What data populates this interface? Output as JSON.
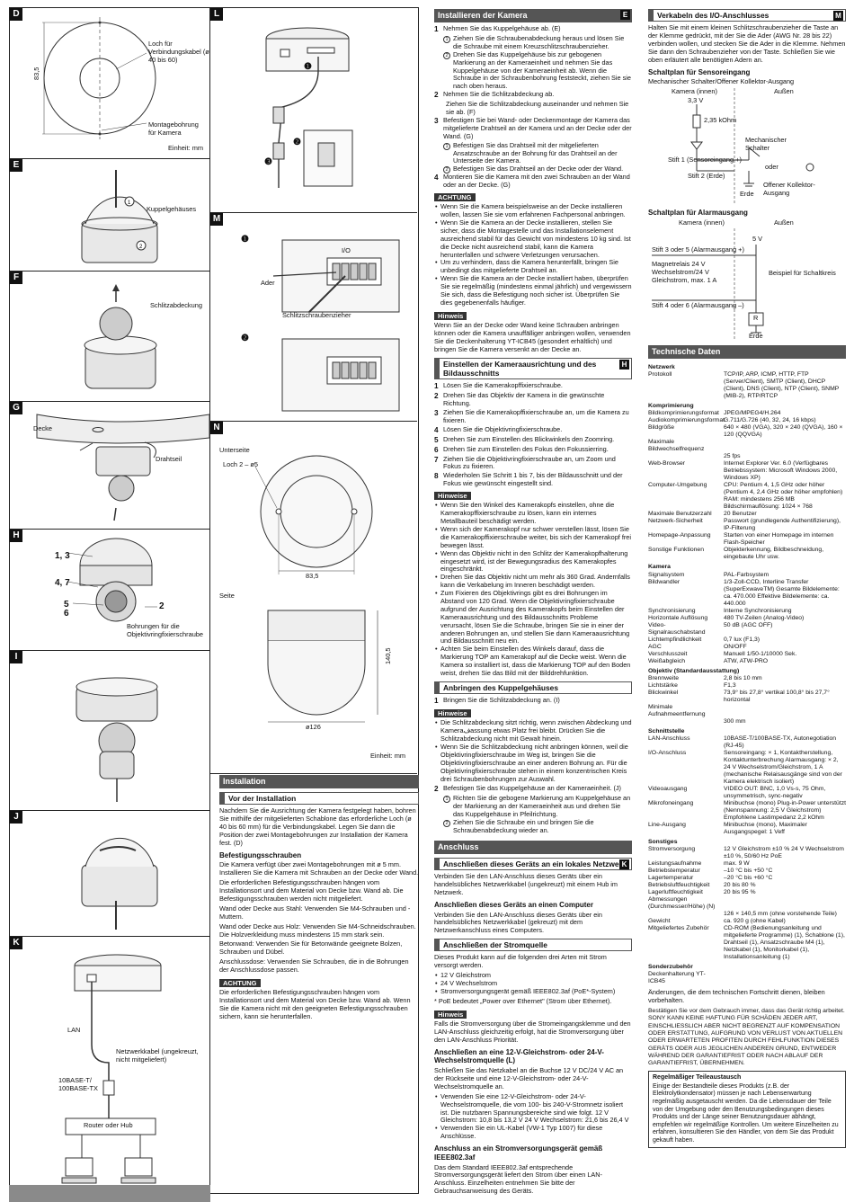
{
  "figures": {
    "D": {
      "label": "D",
      "loch": "Loch für Verbindungskabel (ø 40 bis 60)",
      "dim": "83,5",
      "montage": "Montagebohrung für Kamera",
      "einheit": "Einheit: mm"
    },
    "E": {
      "label": "E",
      "kuppel": "Kuppelgehäuses"
    },
    "F": {
      "label": "F",
      "schlitz": "Schlitzabdeckung"
    },
    "G": {
      "label": "G",
      "decke": "Decke",
      "drahtseil": "Drahtseil"
    },
    "H": {
      "label": "H",
      "n13": "1, 3",
      "n47": "4, 7",
      "n5": "5",
      "n6": "6",
      "n2": "2",
      "bohr": "Bohrungen für die Objektivringfixierschraube"
    },
    "I": {
      "label": "I"
    },
    "J": {
      "label": "J"
    },
    "K": {
      "label": "K",
      "lan": "LAN",
      "netz": "Netzwerkkabel (ungekreuzt, nicht mitgeliefert)",
      "base": "10BASE-T/ 100BASE-TX",
      "router": "Router oder Hub"
    },
    "L": {
      "label": "L",
      "b1": "❶",
      "b2": "❷",
      "b3": "❸"
    },
    "M": {
      "label": "M",
      "b1": "❶",
      "b2": "❷",
      "ader": "Ader",
      "schlitzzieher": "Schlitzschraubenzieher",
      "io": "I/O",
      "pins": "1 2 3 4 5 6"
    },
    "N": {
      "label": "N",
      "unterseite": "Unterseite",
      "loch": "Loch 2 – ø5",
      "w835": "83,5",
      "seite": "Seite",
      "h1405": "140,5",
      "d126": "ø126",
      "einheit": "Einheit: mm"
    }
  },
  "colA": {
    "installation": "Installation",
    "vor": "Vor der Installation",
    "vor_p": "Nachdem Sie die Ausrichtung der Kamera festgelegt haben, bohren Sie mithilfe der mitgelieferten Schablone das erforderliche Loch (ø 40 bis 60 mm) für die Verbindungskabel. Legen Sie dann die Position der zwei Montagebohrungen zur Installation der Kamera fest. (D)",
    "bef_h": "Befestigungsschrauben",
    "bef_p1": "Die Kamera verfügt über zwei Montagebohrungen mit ø 5 mm. Installieren Sie die Kamera mit Schrauben an der Decke oder Wand.",
    "bef_p2": "Die erforderlichen Befestigungsschrauben hängen vom Installationsort und dem Material von Decke bzw. Wand ab. Die Befestigungsschrauben werden nicht mitgeliefert.",
    "bef_p3": "Wand oder Decke aus Stahl: Verwenden Sie M4-Schrauben und -Muttern.",
    "bef_p4": "Wand oder Decke aus Holz: Verwenden Sie M4-Schneidschrauben. Die Holzverkleidung muss mindestens 15 mm stark sein.",
    "bef_p5": "Betonwand: Verwenden Sie für Betonwände geeignete Bolzen, Schrauben und Dübel.",
    "bef_p6": "Anschlussdose: Verwenden Sie Schrauben, die in die Bohrungen der Anschlussdose passen.",
    "achtung": "ACHTUNG",
    "achtung_p": "Die erforderlichen Befestigungsschrauben hängen vom Installationsort und dem Material von Decke bzw. Wand ab. Wenn Sie die Kamera nicht mit den geeigneten Befestigungsschrauben sichern, kann sie herunterfallen."
  },
  "colB": {
    "inst_h": "Installieren der Kamera",
    "inst_tag": "E",
    "s1": "Nehmen Sie das Kuppelgehäuse ab. (E)",
    "s1a": "Ziehen Sie die Schraubenabdeckung heraus und lösen Sie die Schraube mit einem Kreuzschlitzschraubenzieher.",
    "s1b": "Drehen Sie das Kuppelgehäuse bis zur gebogenen Markierung an der Kameraeinheit und nehmen Sie das Kuppelgehäuse von der Kameraeinheit ab. Wenn die Schraube in der Schraubenbohrung feststeckt, ziehen Sie sie nach oben heraus.",
    "s2": "Nehmen Sie die Schlitzabdeckung ab.",
    "s2a": "Ziehen Sie die Schlitzabdeckung auseinander und nehmen Sie sie ab. (F)",
    "s3": "Befestigen Sie bei Wand- oder Deckenmontage der Kamera das mitgelieferte Drahtseil an der Kamera und an der Decke oder der Wand. (G)",
    "s3a": "Befestigen Sie das Drahtseil mit der mitgelieferten Ansatzschraube an der Bohrung für das Drahtseil an der Unterseite der Kamera.",
    "s3b": "Befestigen Sie das Drahtseil an der Decke oder der Wand.",
    "s4": "Montieren Sie die Kamera mit den zwei Schrauben an der Wand oder an der Decke. (G)",
    "ach": "ACHTUNG",
    "ach_items": [
      "Wenn Sie die Kamera beispielsweise an der Decke installieren wollen, lassen Sie sie vom erfahrenen Fachpersonal anbringen.",
      "Wenn Sie die Kamera an der Decke installieren, stellen Sie sicher, dass die Montagestelle und das Installationselement ausreichend stabil für das Gewicht von mindestens 10 kg sind. Ist die Decke nicht ausreichend stabil, kann die Kamera herunterfallen und schwere Verletzungen verursachen.",
      "Um zu verhindern, dass die Kamera herunterfällt, bringen Sie unbedingt das mitgelieferte Drahtseil an.",
      "Wenn Sie die Kamera an der Decke installiert haben, überprüfen Sie sie regelmäßig (mindestens einmal jährlich) und vergewissern Sie sich, dass die Befestigung noch sicher ist. Überprüfen Sie dies gegebenenfalls häufiger."
    ],
    "hinw": "Hinweis",
    "hinw_p": "Wenn Sie an der Decke oder Wand keine Schrauben anbringen können oder die Kamera unauffälliger anbringen wollen, verwenden Sie die Deckenhalterung YT-ICB45 (gesondert erhältlich) und bringen Sie die Kamera versenkt an der Decke an.",
    "ein_h": "Einstellen der Kameraausrichtung und des Bildausschnitts",
    "ein_tag": "H",
    "e_steps": [
      "Lösen Sie die Kamerakopffixierschraube.",
      "Drehen Sie das Objektiv der Kamera in die gewünschte Richtung.",
      "Ziehen Sie die Kamerakopffixierschraube an, um die Kamera zu fixieren.",
      "Lösen Sie die Objektivringfixierschraube.",
      "Drehen Sie zum Einstellen des Blickwinkels den Zoomring.",
      "Drehen Sie zum Einstellen des Fokus den Fokussierring.",
      "Ziehen Sie die Objektivringfixierschraube an, um Zoom und Fokus zu fixieren.",
      "Wiederholen Sie Schritt 1 bis 7, bis der Bildausschnitt und der Fokus wie gewünscht eingestellt sind."
    ],
    "hinw2": "Hinweise",
    "hinw2_items": [
      "Wenn Sie den Winkel des Kamerakopfs einstellen, ohne die Kamerakopffixierschraube zu lösen, kann ein internes Metallbauteil beschädigt werden.",
      "Wenn sich der Kamerakopf nur schwer verstellen lässt, lösen Sie die Kamerakopffixierschraube weiter, bis sich der Kamerakopf frei bewegen lässt.",
      "Wenn das Objektiv nicht in den Schlitz der Kamerakopfhalterung eingesetzt wird, ist der Bewegungsradius des Kamerakopfes eingeschränkt.",
      "Drehen Sie das Objektiv nicht um mehr als 360 Grad. Andernfalls kann die Verkabelung im Inneren beschädigt werden.",
      "Zum Fixieren des Objektivrings gibt es drei Bohrungen im Abstand von 120 Grad. Wenn die Objektivringfixierschraube aufgrund der Ausrichtung des Kamerakopfs beim Einstellen der Kameraausrichtung und des Bildausschnitts Probleme verursacht, lösen Sie die Schraube, bringen Sie sie in einer der anderen Bohrungen an, und stellen Sie dann Kameraausrichtung und Bildausschnitt neu ein.",
      "Achten Sie beim Einstellen des Winkels darauf, dass die Markierung TOP am Kamerakopf auf die Decke weist. Wenn die Kamera so installiert ist, dass die Markierung TOP auf den Boden weist, drehen Sie das Bild mit der Bilddrehfunktion."
    ],
    "anb_h": "Anbringen des Kuppelgehäuses",
    "a1": "Bringen Sie die Schlitzabdeckung an. (I)",
    "hinw3": "Hinweise",
    "hinw3_items": [
      "Die Schlitzabdeckung sitzt richtig, wenn zwischen Abdeckung und Kameraفassung etwas Platz frei bleibt. Drücken Sie die Schlitzabdeckung nicht mit Gewalt hinein.",
      "Wenn Sie die Schlitzabdeckung nicht anbringen können, weil die Objektivringfixierschraube im Weg ist, bringen Sie die Objektivringfixierschraube an einer anderen Bohrung an. Für die Objektivringfixierschraube stehen in einem konzentrischen Kreis drei Schraubenbohrungen zur Auswahl."
    ],
    "a2": "Befestigen Sie das Kuppelgehäuse an der Kameraeinheit. (J)",
    "a2a": "Richten Sie die gebogene Markierung am Kuppelgehäuse an der Markierung an der Kameraeinheit aus und drehen Sie das Kuppelgehäuse in Pfeilrichtung.",
    "a2b": "Ziehen Sie die Schraube ein und bringen Sie die Schraubenabdeckung wieder an.",
    "anschluss": "Anschluss",
    "lan_h": "Anschließen dieses Geräts an ein lokales Netzwerk",
    "lan_tag": "K",
    "lan_p": "Verbinden Sie den LAN-Anschluss dieses Geräts über ein handelsübliches Netzwerkkabel (ungekreuzt) mit einem Hub im Netzwerk.",
    "comp_h": "Anschließen dieses Geräts an einen Computer",
    "comp_p": "Verbinden Sie den LAN-Anschluss dieses Geräts über ein handelsübliches Netzwerkkabel (gekreuzt) mit dem Netzwerkanschluss eines Computers.",
    "strom_h": "Anschließen der Stromquelle",
    "strom_p": "Dieses Produkt kann auf die folgenden drei Arten mit Strom versorgt werden.",
    "strom_items": [
      "12 V Gleichstrom",
      "24 V Wechselstrom",
      "Stromversorgungsgerät gemäß IEEE802.3af (PoE*-System)"
    ],
    "strom_note": "* PoE bedeutet „Power over Ethernet\" (Strom über Ethernet).",
    "hinw4": "Hinweis",
    "hinw4_p": "Falls die Stromversorgung über die Stromeingangsklemme und den LAN-Anschluss gleichzeitig erfolgt, hat die Stromversorgung über den LAN-Anschluss Priorität.",
    "dc_h": "Anschließen an eine 12-V-Gleichstrom- oder 24-V-Wechselstromquelle (L)",
    "dc_p": "Schließen Sie das Netzkabel an die Buchse 12 V DC/24 V AC an der Rückseite und eine 12-V-Gleichstrom- oder 24-V-Wechselstromquelle an.",
    "dc_items": [
      "Verwenden Sie eine 12-V-Gleichstrom- oder 24-V-Wechselstromquelle, die vom 100- bis 240-V-Stromnetz isoliert ist. Die nutzbaren Spannungsbereiche sind wie folgt. 12 V Gleichstrom: 10,8 bis 13,2 V 24 V Wechselstrom: 21,6 bis 26,4 V",
      "Verwenden Sie ein UL-Kabel (VW-1 Typ 1007) für diese Anschlüsse."
    ],
    "poe_h": "Anschluss an ein Stromversorgungsgerät gemäß IEEE802.3af",
    "poe_p": "Das dem Standard IEEE802.3af entsprechende Stromversorgungsgerät liefert den Strom über einen LAN-Anschluss. Einzelheiten entnehmen Sie bitte der Gebrauchsanweisung des Geräts."
  },
  "colC": {
    "io_h": "Verkabeln des I/O-Anschlusses",
    "io_tag": "M",
    "io_p": "Halten Sie mit einem kleinen Schlitzschraubenzieher die Taste an der Klemme gedrückt, mit der Sie die Ader (AWG Nr. 28 bis 22) verbinden wollen, und stecken Sie die Ader in die Klemme. Nehmen Sie dann den Schraubenzieher von der Taste. Schließen Sie wie oben erläutert alle benötigten Adern an.",
    "sens_h": "Schaltplan für Sensoreingang",
    "sens_sub": "Mechanischer Schalter/Offener Kollektor-Ausgang",
    "sens": {
      "kamera": "Kamera (innen)",
      "aussen": "Außen",
      "v33": "3,3 V",
      "r": "2,35 kOhm",
      "mech": "Mechanischer Schalter",
      "oder": "oder",
      "stift1": "Stift 1 (Sensoreingang +)",
      "stift2": "Stift 2 (Erde)",
      "offen": "Offener Kollektor-Ausgang",
      "erde": "Erde"
    },
    "alarm_h": "Schaltplan für Alarmausgang",
    "alarm": {
      "kamera": "Kamera (innen)",
      "aussen": "Außen",
      "v5": "5 V",
      "stift35": "Stift 3 oder 5 (Alarmausgang +)",
      "relais": "Magnetrelais 24 V Wechselstrom/24 V Gleichstrom, max. 1 A",
      "beispiel": "Beispiel für Schaltkreis",
      "stift46": "Stift 4 oder 6 (Alarmausgang –)",
      "r": "R",
      "erde": "Erde"
    },
    "tech_h": "Technische Daten",
    "specs": [
      [
        "h",
        "Netzwerk"
      ],
      [
        "Protokoll",
        "TCP/IP, ARP, ICMP, HTTP, FTP (Server/Client), SMTP (Client), DHCP (Client), DNS (Client), NTP (Client), SNMP (MIB-2), RTP/RTCP"
      ],
      [
        "h",
        "Komprimierung"
      ],
      [
        "Bildkomprimierungsformat",
        "JPEG/MPEG4/H.264"
      ],
      [
        "Audiokomprimierungsformat",
        "G.711/G.726 (40, 32, 24, 16 kbps)"
      ],
      [
        "Bildgröße",
        "640 × 480 (VGA), 320 × 240 (QVGA), 160 × 120 (QQVGA)"
      ],
      [
        "Maximale Bildwechselfrequenz",
        ""
      ],
      [
        "",
        "25 fps"
      ],
      [
        "Web-Browser",
        "Internet Explorer Ver. 6.0 (Verfügbares Betriebssystem: Microsoft Windows 2000, Windows XP)"
      ],
      [
        "Computer-Umgebung",
        "CPU: Pentium 4, 1,5 GHz oder höher (Pentium 4, 2,4 GHz oder höher empfohlen) RAM: mindestens 256 MB Bildschirmauflösung: 1024 × 768"
      ],
      [
        "Maximale Benutzerzahl",
        "20 Benutzer"
      ],
      [
        "Netzwerk-Sicherheit",
        "Passwort (grundlegende Authentifizierung), IP-Filterung"
      ],
      [
        "Homepage-Anpassung",
        "Starten von einer Homepage im internen Flash-Speicher"
      ],
      [
        "Sonstige Funktionen",
        "Objekterkennung, Bildbeschneidung, eingebaute Uhr usw."
      ],
      [
        "h",
        "Kamera"
      ],
      [
        "Signalsystem",
        "PAL-Farbsystem"
      ],
      [
        "Bildwandler",
        "1/3-Zoll-CCD, Interline Transfer (SuperExwaveTM) Gesamte Bildelemente: ca. 470.000 Effektive Bildelemente: ca. 440.000"
      ],
      [
        "Synchronisierung",
        "Interne Synchronisierung"
      ],
      [
        "Horizontale Auflösung",
        "480 TV-Zeilen (Analog-Video)"
      ],
      [
        "Video-Signalrauschabstand",
        "50 dB (AGC OFF)"
      ],
      [
        "Lichtempfindlichkeit",
        "0,7 lux (F1,3)"
      ],
      [
        "AGC",
        "ON/OFF"
      ],
      [
        "Verschlusszeit",
        "Manuell 1/50-1/10000 Sek."
      ],
      [
        "Weißabgleich",
        "ATW, ATW-PRO"
      ],
      [
        "h",
        "Objektiv (Standardausstattung)"
      ],
      [
        "Brennweite",
        "2,8 bis 10 mm"
      ],
      [
        "Lichtstärke",
        "F1,3"
      ],
      [
        "Blickwinkel",
        "73,9° bis 27,8° vertikal 100,8° bis 27,7° horizontal"
      ],
      [
        "Minimale Aufnahmeentfernung",
        ""
      ],
      [
        "",
        "300 mm"
      ],
      [
        "h",
        "Schnittstelle"
      ],
      [
        "LAN-Anschluss",
        "10BASE-T/100BASE-TX, Autonegotiation (RJ-45)"
      ],
      [
        "I/O-Anschluss",
        "Sensoreingang: × 1, Kontaktherstellung, Kontaktunterbrechung Alarmausgang: × 2, 24 V Wechselstrom/Gleichstrom, 1 A (mechanische Relaisausgänge sind von der Kamera elektrisch isoliert)"
      ],
      [
        "Videoausgang",
        "VIDEO OUT: BNC, 1,0 Vs-s, 75 Ohm, unsymmetrisch, sync-negativ"
      ],
      [
        "Mikrofoneingang",
        "Minibuchse (mono) Plug-in-Power unterstützt (Nennspannung: 2,5 V Gleichstrom) Empfohlene Lastimpedanz 2,2 kOhm"
      ],
      [
        "Line-Ausgang",
        "Minibuchse (mono), Maximaler Ausgangspegel: 1 Veff"
      ],
      [
        "h",
        "Sonstiges"
      ],
      [
        "Stromversorgung",
        "12 V Gleichstrom ±10 % 24 V Wechselstrom ±10 %, 50/60 Hz PoE"
      ],
      [
        "Leistungsaufnahme",
        "max. 9 W"
      ],
      [
        "Betriebstemperatur",
        "–10 °C bis +50 °C"
      ],
      [
        "Lagertemperatur",
        "–20 °C bis +60 °C"
      ],
      [
        "Betriebsluftfeuchtigkeit",
        "20 bis 80 %"
      ],
      [
        "Lagerluftfeuchtigkeit",
        "20 bis 95 %"
      ],
      [
        "Abmessungen (Durchmesser/Höhe) (N)",
        ""
      ],
      [
        "",
        "126 × 140,5 mm (ohne vorstehende Teile)"
      ],
      [
        "Gewicht",
        "ca. 920 g (ohne Kabel)"
      ],
      [
        "Mitgeliefertes Zubehör",
        "CD-ROM (Bedienungsanleitung und mitgelieferte Programme) (1), Schablone (1), Drahtseil (1), Ansatzschraube M4 (1), Netzkabel (1), Monitorkabel (1), Installationsanleitung (1)"
      ],
      [
        "h",
        "Sonderzubehör"
      ],
      [
        "Deckenhalterung YT-ICB45",
        ""
      ]
    ],
    "changes": "Änderungen, die dem technischen Fortschritt dienen, bleiben vorbehalten.",
    "disclaimer": "Bestätigen Sie vor dem Gebrauch immer, dass das Gerät richtig arbeitet. SONY KANN KEINE HAFTUNG FÜR SCHÄDEN JEDER ART, EINSCHLIESSLICH ABER NICHT BEGRENZT AUF KOMPENSATION ODER ERSTATTUNG, AUFGRUND VON VERLUST VON AKTUELLEN ODER ERWARTETEN PROFITEN DURCH FEHLFUNKTION DIESES GERÄTS ODER AUS JEGLICHEN ANDEREN GRUND, ENTWEDER WÄHREND DER GARANTIEFRIST ODER NACH ABLAUF DER GARANTIEFRIST, ÜBERNEHMEN.",
    "box_t": "Regelmäßiger Teileaustausch",
    "box_p": "Einige der Bestandteile dieses Produkts (z.B. der Elektrolytkondensator) müssen je nach Lebenserwartung regelmäßig ausgetauscht werden. Da die Lebensdauer der Teile von der Umgebung oder den Benutzungsbedingungen dieses Produkts und der Länge seiner Benutzungsdauer abhängt, empfehlen wir regelmäßige Kontrollen. Um weitere Einzelheiten zu erfahren, konsultieren Sie den Händler, von dem Sie das Produkt gekauft haben."
  }
}
